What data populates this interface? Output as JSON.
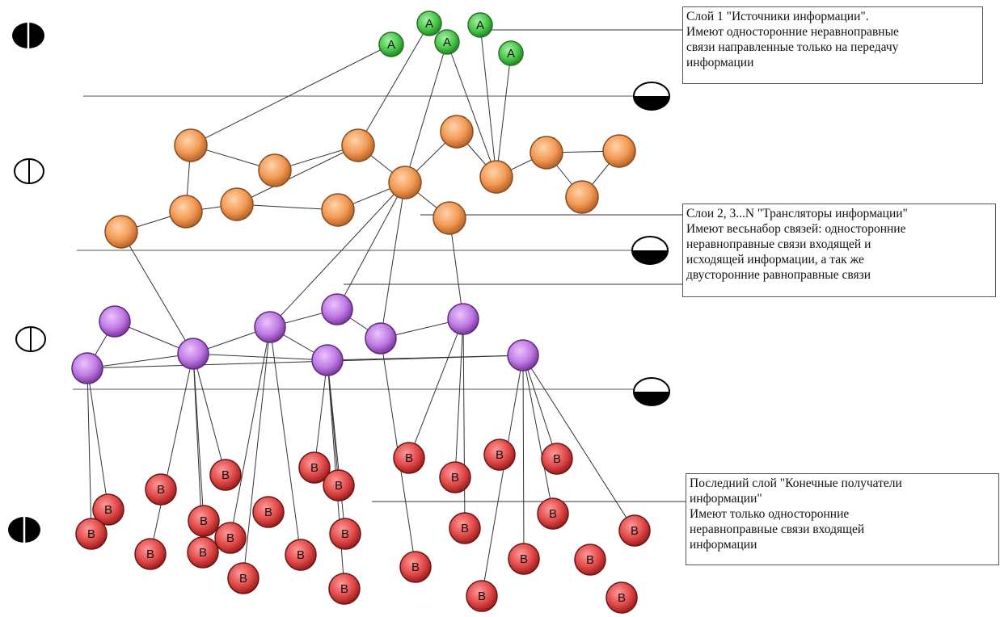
{
  "nodes": {
    "source_label": "A",
    "receiver_label": "B"
  },
  "boxes": {
    "layer1": {
      "lines": [
        "Слой 1 \"Источники информации\".",
        "Имеют односторонние неравноправные",
        "связи направленные только на передачу",
        "информации"
      ]
    },
    "layer2": {
      "lines": [
        "Слои 2, 3...N \"Трансляторы информации\"",
        "Имеют весьнабор связей: односторонние",
        "неравноправные связи входящей и",
        "исходящей информации, а так же",
        "двусторонние равноправные связи"
      ]
    },
    "last": {
      "lines": [
        "Последний слой \"Конечные получатели",
        "информации\"",
        "Имеют только односторонние",
        "неравноправные связи входящей",
        "информации"
      ]
    }
  },
  "colors": {
    "source": "#5fd35f",
    "translator": "#f5a562",
    "translator_violet": "#c27ae0",
    "receiver": "#e04848",
    "line": "#333333"
  }
}
